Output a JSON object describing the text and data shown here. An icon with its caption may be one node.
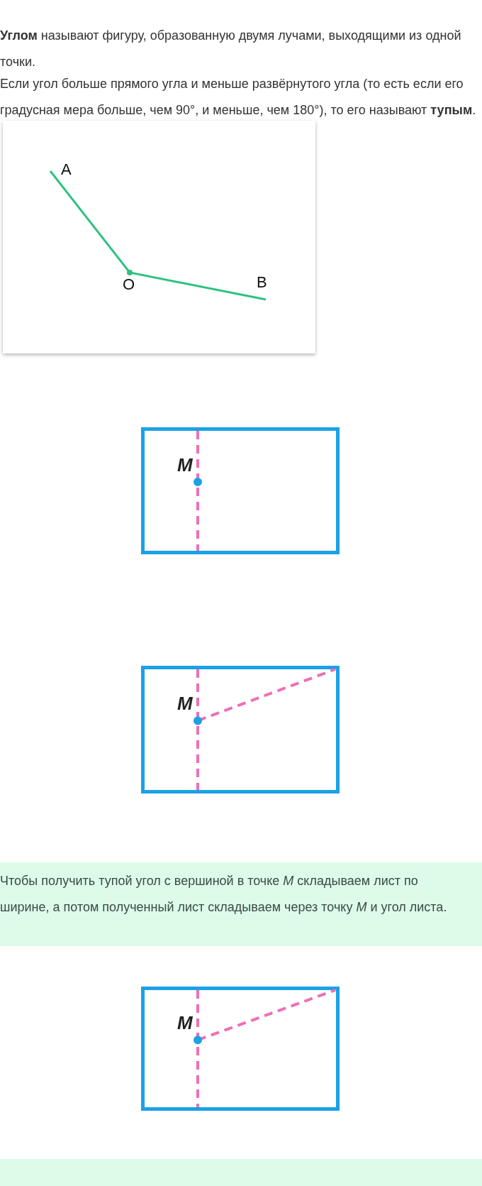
{
  "diagram": {
    "nodes": [
      {
        "text": [
          "M"
        ]
      },
      {
        "text": [
          "M"
        ]
      },
      {
        "text": [
          "Чтобы получить тупой угол с вершиной в точке *M* складываем лист по ширине, а потом полученный лист складываем через точку *M* и угол листа."
        ]
      },
      {
        "text": [
          "M"
        ]
      }
    ],
    "labels": [
      "**Углом** называют фигуру, образованную двумя лучами, выходящими из одной точки.",
      "Если угол больше прямого угла и меньше развёрнутого угла (то есть если его градусная мера больше, чем 90°, и меньше, чем 180°), то его называют **тупым**.",
      "A",
      "O",
      "B"
    ]
  }
}
